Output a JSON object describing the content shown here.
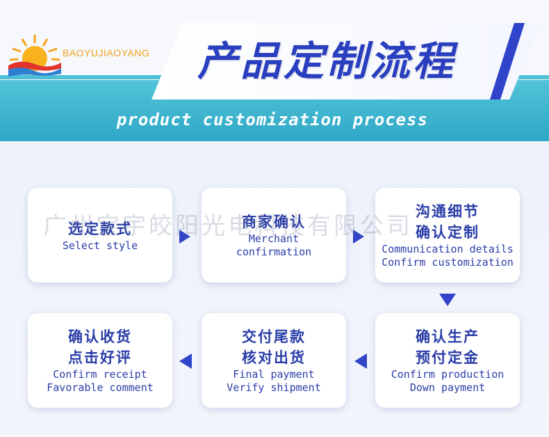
{
  "header": {
    "logo_text": "BAOYUJIAOYANG",
    "title": "产品定制流程",
    "subtitle": "product customization process"
  },
  "watermark": "广州宝宇皎阳光电科技有限公司",
  "steps": [
    {
      "zh1": "选定款式",
      "zh2": "",
      "en1": "Select style",
      "en2": ""
    },
    {
      "zh1": "商家确认",
      "zh2": "",
      "en1": "Merchant",
      "en2": "confirmation"
    },
    {
      "zh1": "沟通细节",
      "zh2": "确认定制",
      "en1": "Communication details",
      "en2": "Confirm customization"
    },
    {
      "zh1": "确认生产",
      "zh2": "预付定金",
      "en1": "Confirm production",
      "en2": "Down payment"
    },
    {
      "zh1": "交付尾款",
      "zh2": "核对出货",
      "en1": "Final payment",
      "en2": "Verify shipment"
    },
    {
      "zh1": "确认收货",
      "zh2": "点击好评",
      "en1": "Confirm receipt",
      "en2": "Favorable comment"
    }
  ],
  "colors": {
    "accent": "#2a3da8",
    "band": "#3fb6ce",
    "arrow": "#3145c8"
  }
}
